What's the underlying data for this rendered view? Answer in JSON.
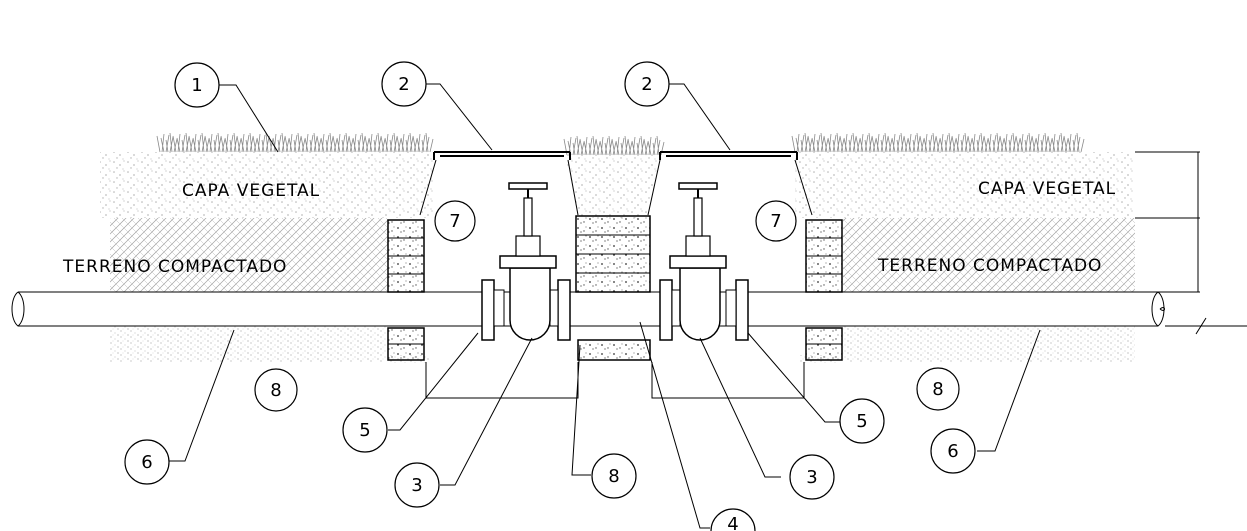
{
  "labels": {
    "capa_vegetal": "CAPA VEGETAL",
    "terreno_compactado": "TERRENO COMPACTADO"
  },
  "callouts": [
    "1",
    "2",
    "3",
    "4",
    "5",
    "6",
    "7",
    "8"
  ],
  "colors": {
    "ink": "#000000",
    "grass": "#888888",
    "hatch": "#9a9a9a",
    "gravel": "#b5b5b5",
    "paper": "#ffffff"
  }
}
